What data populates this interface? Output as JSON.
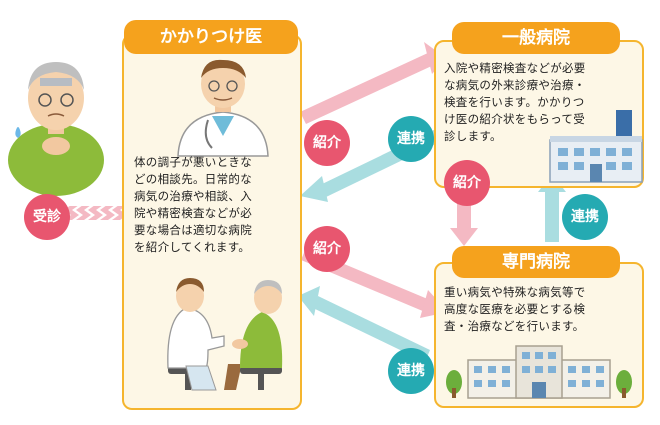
{
  "patient": {
    "visit_label": "受診"
  },
  "family_doctor": {
    "title": "かかりつけ医",
    "description": "体の調子が悪いときな\nどの相談先。日常的な\n病気の治療や相談、入\n院や精密検査などが必\n要な場合は適切な病院\nを紹介してくれます。"
  },
  "general_hospital": {
    "title": "一般病院",
    "description": "入院や精密検査などが必要\nな病気の外来診療や治療・\n検査を行います。かかりつ\nけ医の紹介状をもらって受\n診します。"
  },
  "specialty_hospital": {
    "title": "専門病院",
    "description": "重い病気や特殊な病気等で\n高度な医療を必要とする検\n査・治療などを行います。"
  },
  "badges": {
    "referral_upper": "紹介",
    "cooperation_upper": "連携",
    "referral_lower": "紹介",
    "referral_between": "紹介",
    "cooperation_between": "連携",
    "cooperation_lower": "連携"
  },
  "colors": {
    "orange": "#f5a21d",
    "card_bg": "#fdf7e6",
    "pink": "#e8566f",
    "teal": "#25aab2",
    "pink_arrow": "#f4b9c3",
    "teal_arrow": "#a9dde0"
  }
}
